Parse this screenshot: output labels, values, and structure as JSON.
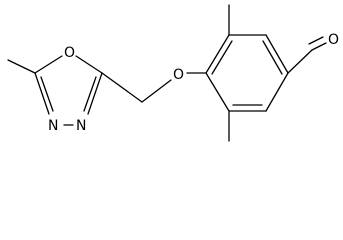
{
  "molecule": {
    "atom_labels": {
      "ring_oxygen": "O",
      "ether_oxygen": "O",
      "aldehyde_oxygen": "O",
      "ring_nitrogen_1": "N",
      "ring_nitrogen_2": "N"
    }
  }
}
